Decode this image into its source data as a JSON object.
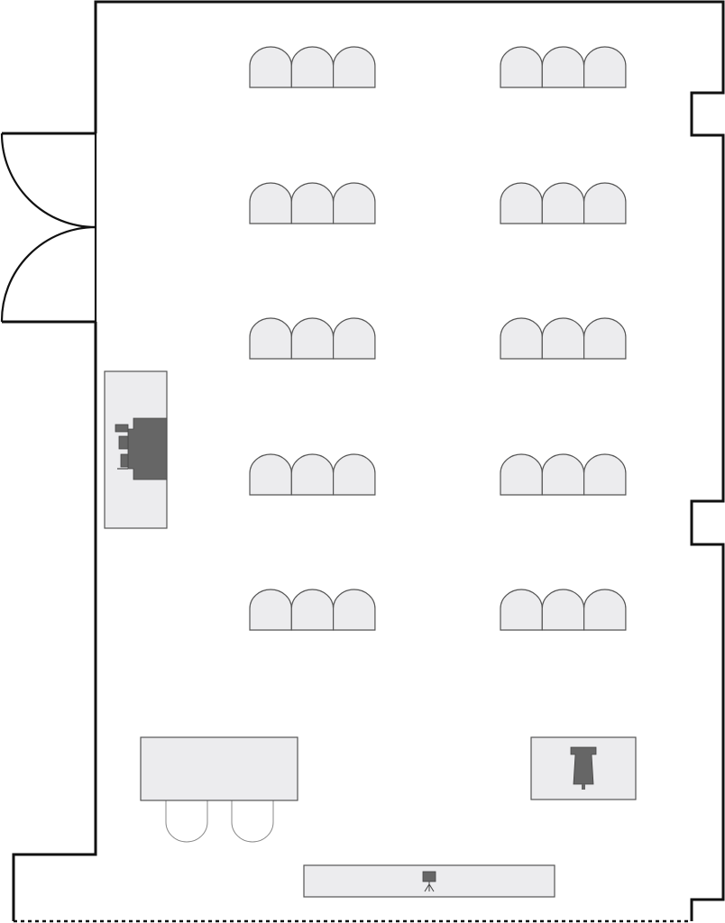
{
  "floor_plan": {
    "title": "",
    "colors": {
      "wall": "#111111",
      "furniture_fill": "#ececee",
      "furniture_stroke": "#555555",
      "equipment": "#666666"
    },
    "seating": {
      "rows": 5,
      "chairs_per_row": 3,
      "sections": [
        "left",
        "right"
      ]
    },
    "features": [
      {
        "type": "double-door",
        "wall": "left"
      },
      {
        "type": "av-console",
        "wall": "left"
      },
      {
        "type": "table-with-two-stools",
        "area": "bottom-left"
      },
      {
        "type": "lectern",
        "area": "bottom-right"
      },
      {
        "type": "screen-stand",
        "area": "bottom-center"
      }
    ]
  }
}
